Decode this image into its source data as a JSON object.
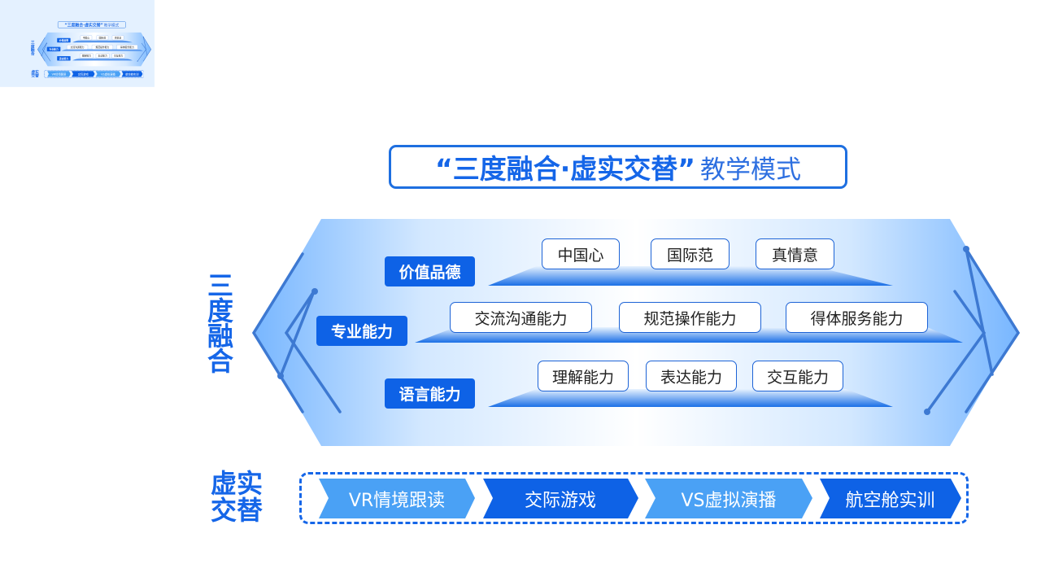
{
  "title": {
    "bold": "“三度融合·虚实交替”",
    "normal": "教学模式"
  },
  "left_labels": {
    "top": [
      "三",
      "度",
      "融",
      "合"
    ],
    "bottom": [
      "虚实",
      "交替"
    ]
  },
  "levels": [
    {
      "category": "价值品德",
      "items": [
        "中国心",
        "国际范",
        "真情意"
      ]
    },
    {
      "category": "专业能力",
      "items": [
        "交流沟通能力",
        "规范操作能力",
        "得体服务能力"
      ]
    },
    {
      "category": "语言能力",
      "items": [
        "理解能力",
        "表达能力",
        "交互能力"
      ]
    }
  ],
  "steps": [
    "VR情境跟读",
    "交际游戏",
    "VS虚拟演播",
    "航空舱实训"
  ],
  "colors": {
    "primary": "#1566e8",
    "light_chevron": "#4aa1f5",
    "dark_chevron": "#0e62e6",
    "hex_light": "#d8ebff"
  }
}
